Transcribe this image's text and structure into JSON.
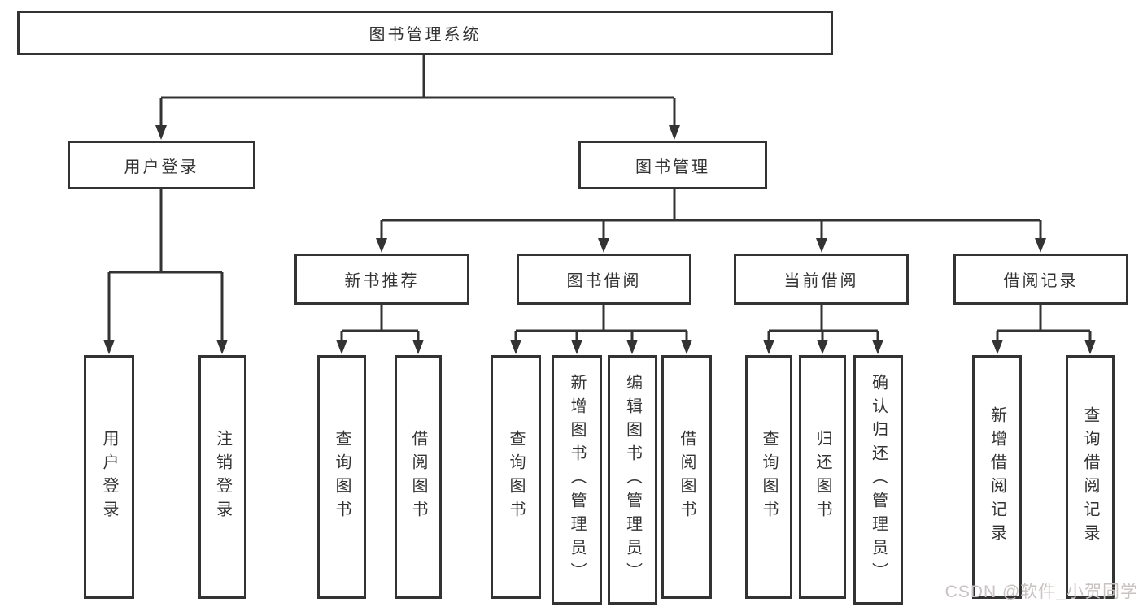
{
  "diagram": {
    "root": {
      "label": "图书管理系统"
    },
    "branches": [
      {
        "label": "用户登录",
        "children": [
          {
            "label": "用户登录"
          },
          {
            "label": "注销登录"
          }
        ]
      },
      {
        "label": "图书管理",
        "children": [
          {
            "label": "新书推荐",
            "children": [
              {
                "label": "查询图书"
              },
              {
                "label": "借阅图书"
              }
            ]
          },
          {
            "label": "图书借阅",
            "children": [
              {
                "label": "查询图书"
              },
              {
                "label": "新增图书（管理员）"
              },
              {
                "label": "编辑图书（管理员）"
              },
              {
                "label": "借阅图书"
              }
            ]
          },
          {
            "label": "当前借阅",
            "children": [
              {
                "label": "查询图书"
              },
              {
                "label": "归还图书"
              },
              {
                "label": "确认归还（管理员）"
              }
            ]
          },
          {
            "label": "借阅记录",
            "children": [
              {
                "label": "新增借阅记录"
              },
              {
                "label": "查询借阅记录"
              }
            ]
          }
        ]
      }
    ],
    "colors": {
      "line": "#333333",
      "text": "#333333",
      "background": "#ffffff"
    }
  },
  "watermark": {
    "text": "CSDN @软件_小贺同学",
    "color": "#c9c2c2"
  }
}
